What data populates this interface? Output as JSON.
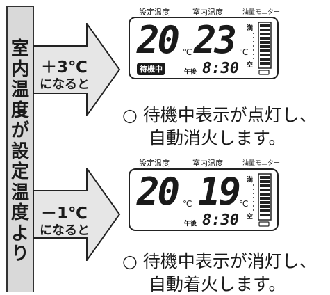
{
  "vertical_text": [
    "室",
    "内",
    "温",
    "度",
    "が",
    "設",
    "定",
    "温",
    "度",
    "よ",
    "り"
  ],
  "arrows": [
    {
      "line1": "＋3℃",
      "line2": "になると"
    },
    {
      "line1": "－1℃",
      "line2": "になると"
    }
  ],
  "panels": [
    {
      "header_set": "設定温度",
      "header_room": "室内温度",
      "header_oil": "油量モニター",
      "set_temp": "20",
      "room_temp": "23",
      "unit": "℃",
      "badge": "待機中",
      "clock_label": "午後",
      "clock": "8:30",
      "oil_full": "満",
      "oil_empty": "空",
      "note_line1": "○ 待機中表示が点灯し、",
      "note_line2": "自動消火します。"
    },
    {
      "header_set": "設定温度",
      "header_room": "室内温度",
      "header_oil": "油量モニター",
      "set_temp": "20",
      "room_temp": "19",
      "unit": "℃",
      "badge": "",
      "clock_label": "午後",
      "clock": "8:30",
      "oil_full": "満",
      "oil_empty": "空",
      "note_line1": "○ 待機中表示が消灯し、",
      "note_line2": "自動着火します。"
    }
  ],
  "colors": {
    "bar": "#d9d9d9",
    "arrow": "#e6e6e6",
    "line": "#222222"
  }
}
